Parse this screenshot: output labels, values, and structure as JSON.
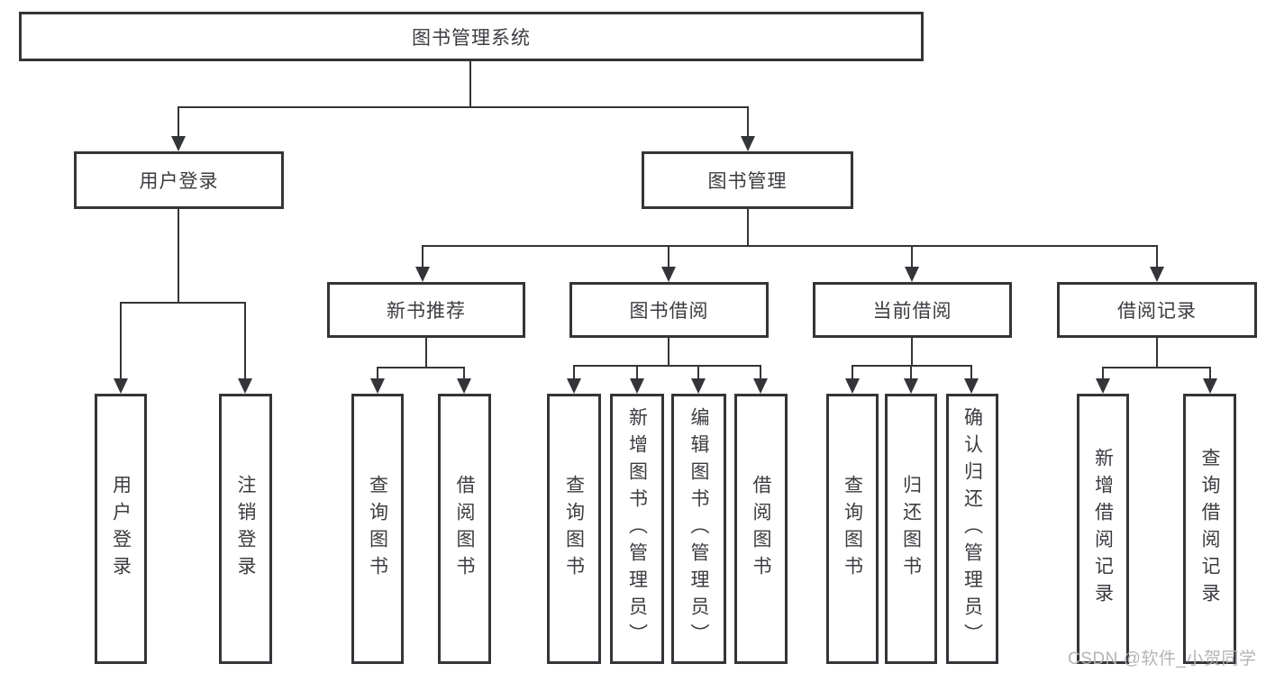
{
  "tree": {
    "root": {
      "label": "图书管理系统",
      "children": [
        {
          "label": "用户登录",
          "children": [
            {
              "label": "用户登录"
            },
            {
              "label": "注销登录"
            }
          ]
        },
        {
          "label": "图书管理",
          "children": [
            {
              "label": "新书推荐",
              "children": [
                {
                  "label": "查询图书"
                },
                {
                  "label": "借阅图书"
                }
              ]
            },
            {
              "label": "图书借阅",
              "children": [
                {
                  "label": "查询图书"
                },
                {
                  "label": "新增图书（管理员）"
                },
                {
                  "label": "编辑图书（管理员）"
                },
                {
                  "label": "借阅图书"
                }
              ]
            },
            {
              "label": "当前借阅",
              "children": [
                {
                  "label": "查询图书"
                },
                {
                  "label": "归还图书"
                },
                {
                  "label": "确认归还（管理员）"
                }
              ]
            },
            {
              "label": "借阅记录",
              "children": [
                {
                  "label": "新增借阅记录"
                },
                {
                  "label": "查询借阅记录"
                }
              ]
            }
          ]
        }
      ]
    }
  },
  "watermark": {
    "text": "CSDN @软件_小贺同学"
  },
  "colors": {
    "line": "#333538",
    "text": "#3c3c41",
    "background": "#ffffff",
    "watermark": "#b2b2b5"
  }
}
